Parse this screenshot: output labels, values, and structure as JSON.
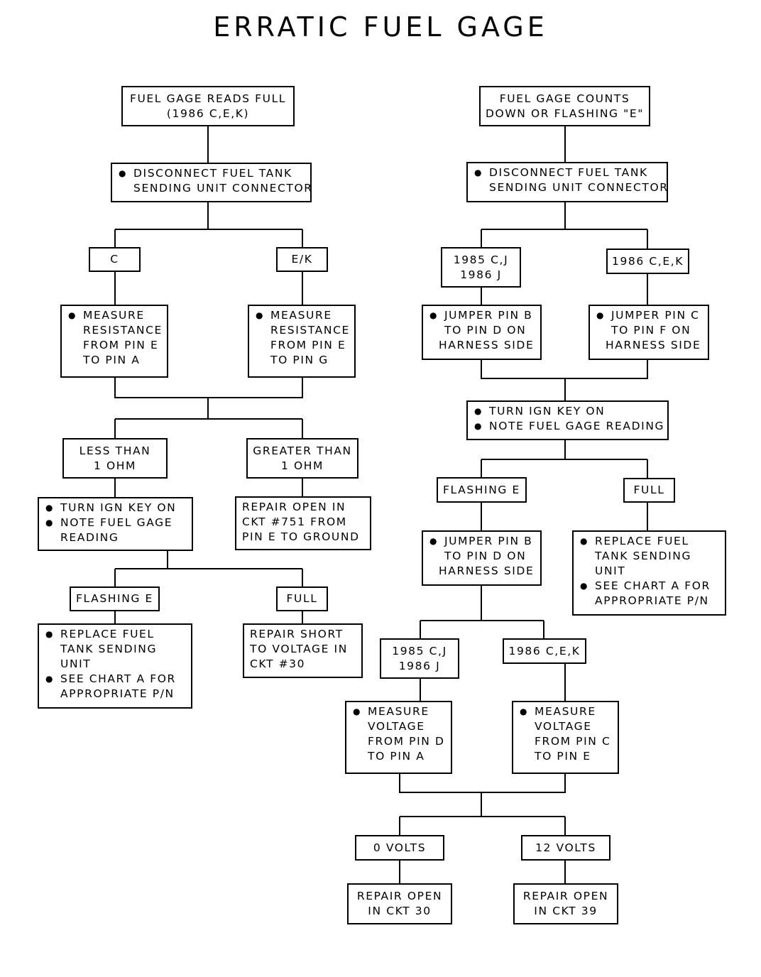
{
  "title": "ERRATIC FUEL GAGE",
  "left": {
    "start": [
      "FUEL GAGE READS FULL",
      "(1986 C,E,K)"
    ],
    "disconnect": [
      "DISCONNECT FUEL TANK",
      "SENDING UNIT CONNECTOR"
    ],
    "c": "C",
    "ek": "E/K",
    "measure_a": [
      "MEASURE",
      "RESISTANCE",
      "FROM PIN E",
      "TO PIN A"
    ],
    "measure_g": [
      "MEASURE",
      "RESISTANCE",
      "FROM PIN E",
      "TO PIN G"
    ],
    "less": [
      "LESS THAN",
      "1 OHM"
    ],
    "greater": [
      "GREATER THAN",
      "1 OHM"
    ],
    "turn_ign": [
      "TURN IGN KEY ON",
      "NOTE FUEL GAGE",
      "READING"
    ],
    "repair_open": [
      "REPAIR OPEN IN",
      "CKT #751 FROM",
      "PIN E TO GROUND"
    ],
    "flashing": "FLASHING E",
    "full": "FULL",
    "replace": [
      "REPLACE FUEL",
      "TANK SENDING",
      "UNIT",
      "SEE CHART A FOR",
      "APPROPRIATE P/N"
    ],
    "repair_short": [
      "REPAIR SHORT",
      "TO VOLTAGE IN",
      "CKT #30"
    ]
  },
  "right": {
    "start": [
      "FUEL GAGE COUNTS",
      "DOWN OR FLASHING \"E\""
    ],
    "disconnect": [
      "DISCONNECT FUEL TANK",
      "SENDING UNIT CONNECTOR"
    ],
    "y1985": [
      "1985 C,J",
      "1986 J"
    ],
    "y1986": "1986 C,E,K",
    "jumper_bd": [
      "JUMPER PIN B",
      "TO PIN D ON",
      "HARNESS SIDE"
    ],
    "jumper_cf": [
      "JUMPER PIN C",
      "TO PIN F ON",
      "HARNESS SIDE"
    ],
    "turn_ign": [
      "TURN IGN KEY ON",
      "NOTE FUEL GAGE READING"
    ],
    "flashing": "FLASHING E",
    "full": "FULL",
    "jumper_bd2": [
      "JUMPER PIN B",
      "TO PIN D ON",
      "HARNESS SIDE"
    ],
    "replace": [
      "REPLACE FUEL",
      "TANK SENDING",
      "UNIT",
      "SEE CHART A FOR",
      "APPROPRIATE P/N"
    ],
    "y1985b": [
      "1985 C,J",
      "1986 J"
    ],
    "y1986b": "1986 C,E,K",
    "measure_da": [
      "MEASURE",
      "VOLTAGE",
      "FROM PIN D",
      "TO PIN A"
    ],
    "measure_ce": [
      "MEASURE",
      "VOLTAGE",
      "FROM PIN C",
      "TO PIN E"
    ],
    "zero": "0 VOLTS",
    "twelve": "12 VOLTS",
    "repair30": [
      "REPAIR OPEN",
      "IN CKT 30"
    ],
    "repair39": [
      "REPAIR OPEN",
      "IN CKT 39"
    ]
  }
}
